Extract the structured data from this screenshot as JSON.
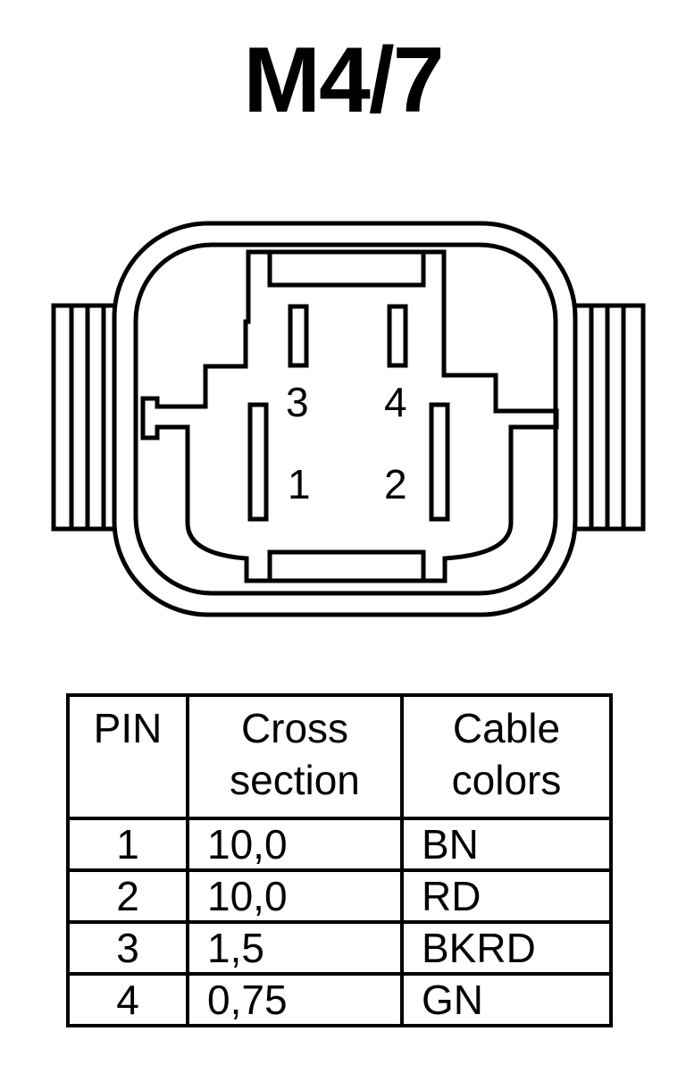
{
  "title": "M4/7",
  "pins": [
    {
      "pin": "3"
    },
    {
      "pin": "4"
    },
    {
      "pin": "1"
    },
    {
      "pin": "2"
    }
  ],
  "table": {
    "headers": {
      "pin": "PIN",
      "cross_line1": "Cross",
      "cross_line2": "section",
      "color_line1": "Cable",
      "color_line2": "colors"
    },
    "rows": [
      {
        "pin": "1",
        "cross": "10,0",
        "color": "BN"
      },
      {
        "pin": "2",
        "cross": "10,0",
        "color": "RD"
      },
      {
        "pin": "3",
        "cross": "1,5",
        "color": "BKRD"
      },
      {
        "pin": "4",
        "cross": "0,75",
        "color": "GN"
      }
    ]
  }
}
